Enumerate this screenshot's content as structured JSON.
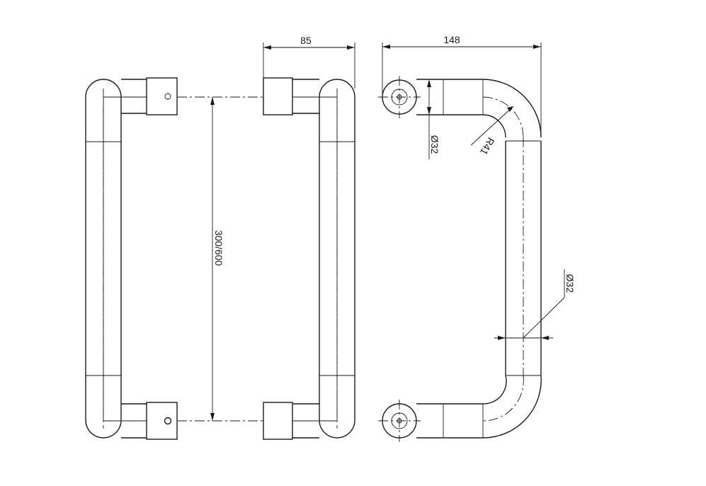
{
  "dimensions": {
    "width_85": "85",
    "width_148": "148",
    "length_300_600": "300/600",
    "diameter_32_end": "Ø32",
    "radius_41": "R41",
    "diameter_32_tube": "Ø32"
  },
  "colors": {
    "line": "#1a1a1a",
    "background": "#ffffff"
  }
}
